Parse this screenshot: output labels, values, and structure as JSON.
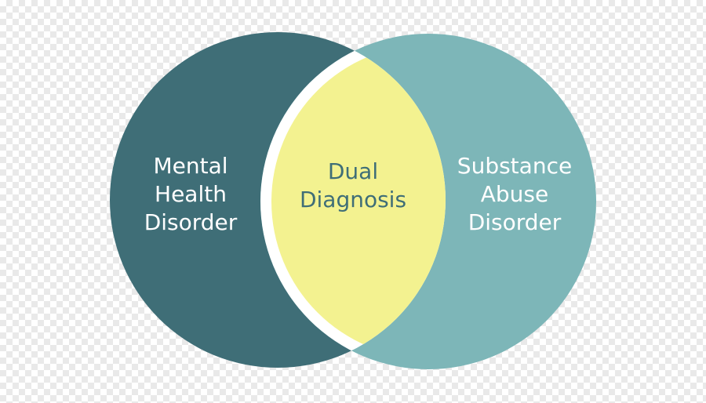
{
  "diagram": {
    "type": "venn",
    "colors": {
      "left_circle": "#3f6e77",
      "right_circle": "#7db6b8",
      "intersection": "#f3f290",
      "intersection_border": "#ffffff",
      "circle_label_text": "#ffffff",
      "intersection_label_text": "#3f6e77"
    },
    "sets": [
      {
        "label_lines": [
          "Mental",
          "Health",
          "Disorder"
        ]
      },
      {
        "label_lines": [
          "Substance",
          "Abuse",
          "Disorder"
        ]
      }
    ],
    "intersection": {
      "label_lines": [
        "Dual",
        "Diagnosis"
      ]
    }
  }
}
